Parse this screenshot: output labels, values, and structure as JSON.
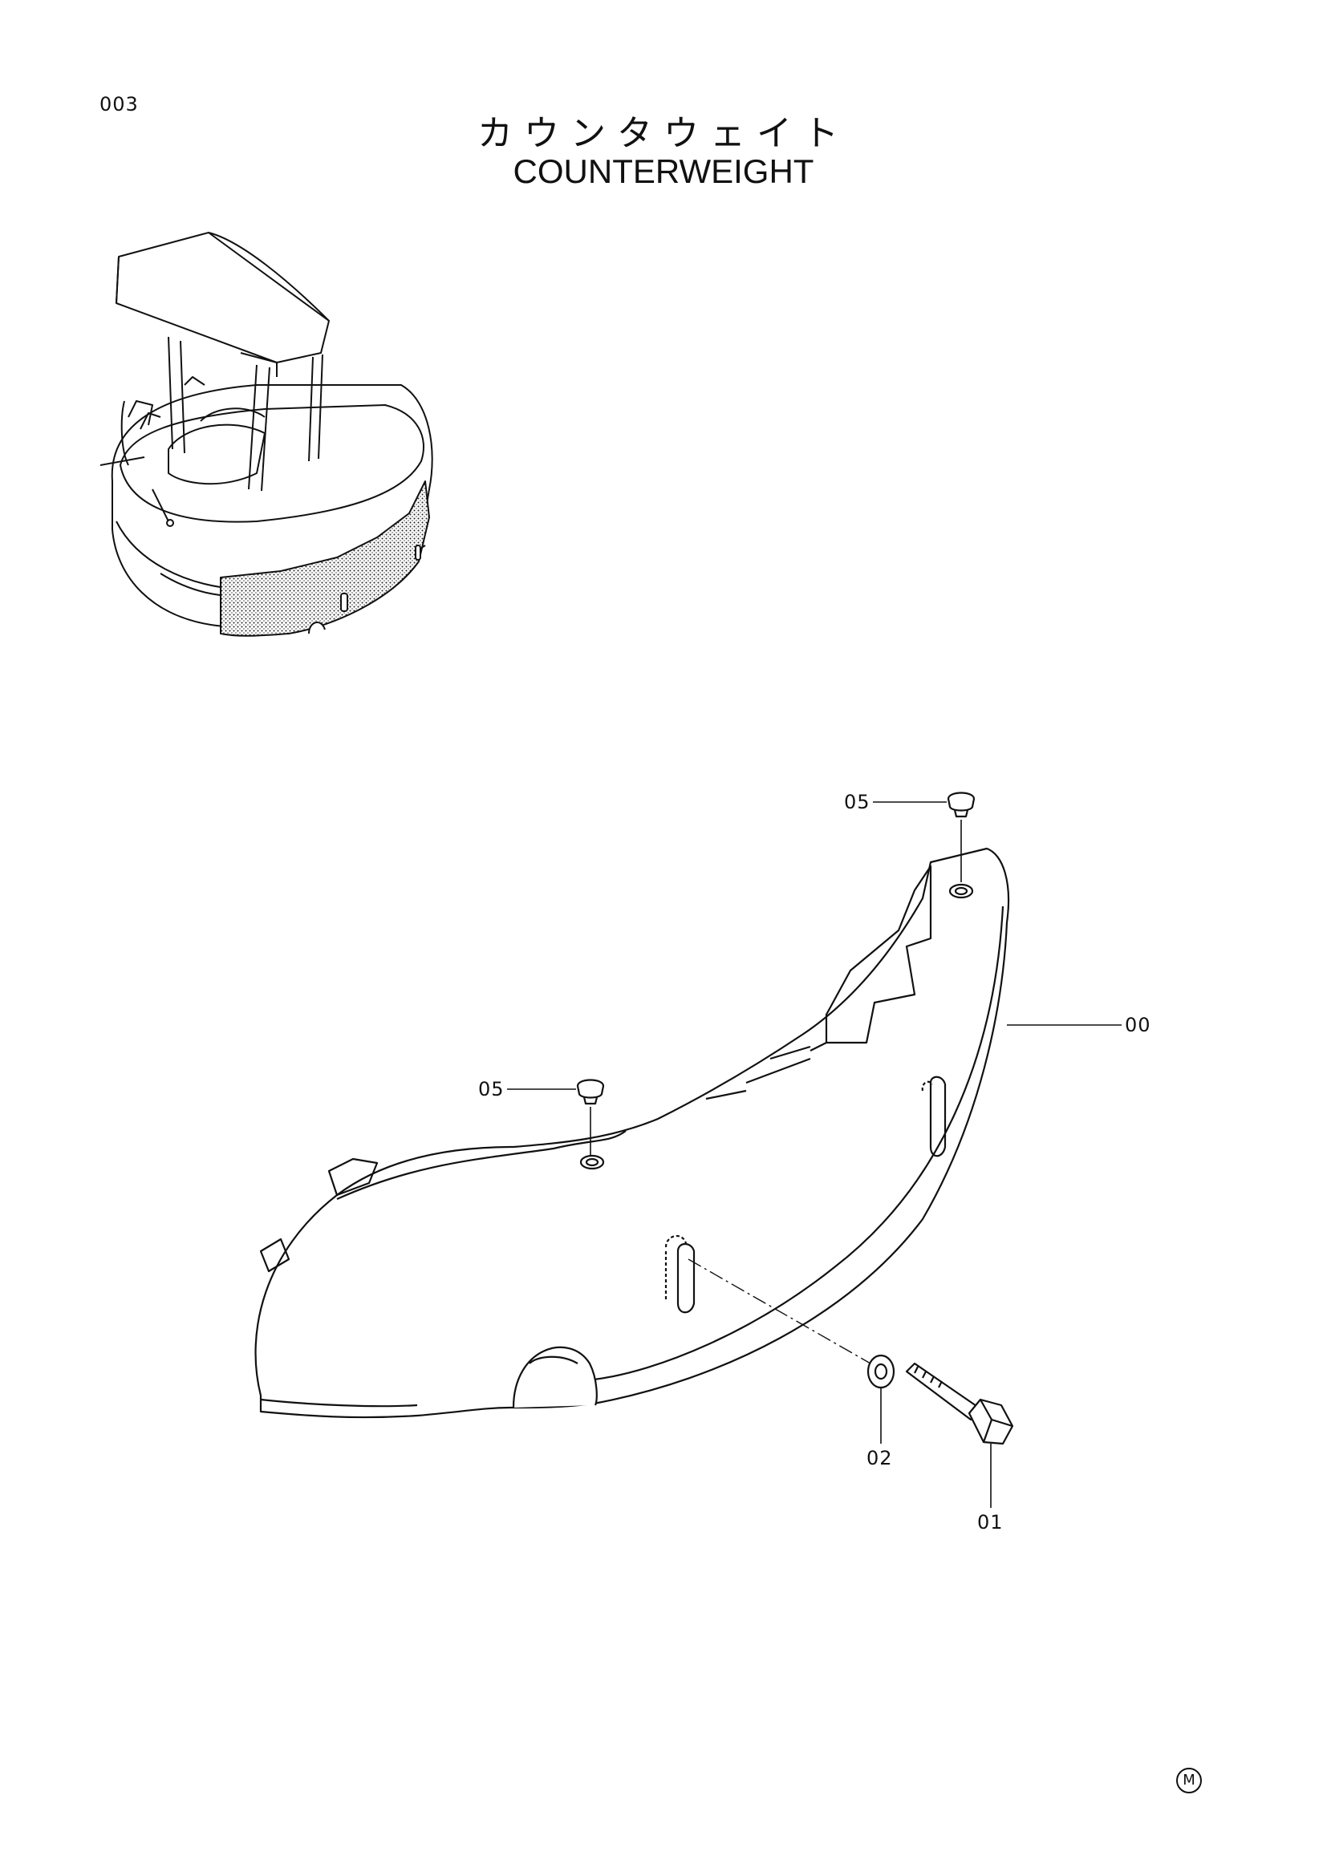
{
  "header": {
    "page_number": "003",
    "title_jp": "カウンタウェイト",
    "title_en": "COUNTERWEIGHT"
  },
  "callouts": {
    "c00": "00",
    "c01": "01",
    "c02": "02",
    "c05_top": "05",
    "c05_left": "05"
  },
  "footer": {
    "mark": "M"
  }
}
